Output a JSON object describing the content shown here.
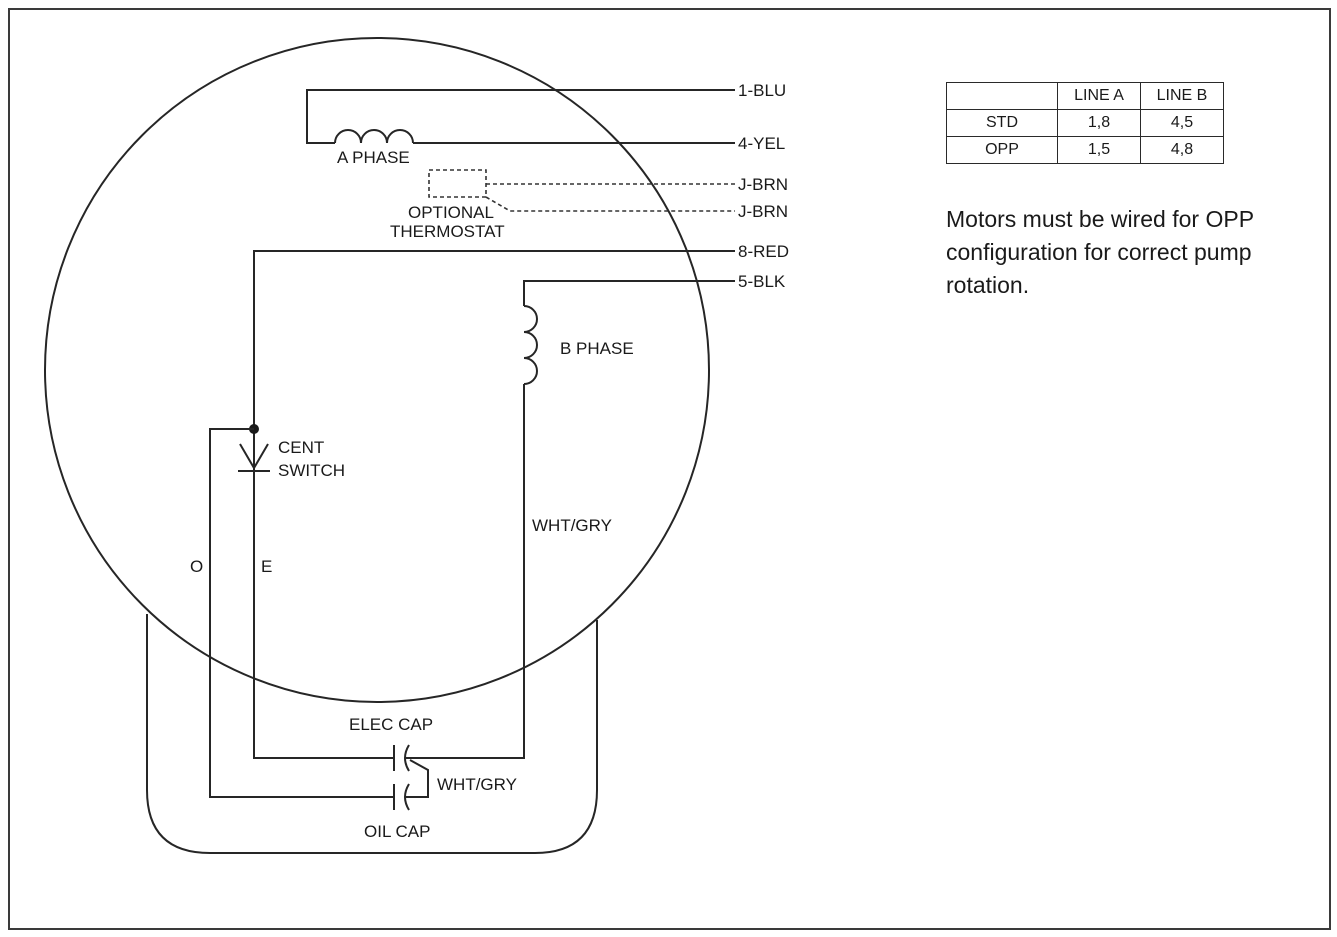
{
  "labels": {
    "l1": "1-BLU",
    "l4": "4-YEL",
    "jbrn1": "J-BRN",
    "jbrn2": "J-BRN",
    "l8": "8-RED",
    "l5": "5-BLK",
    "a_phase": "A PHASE",
    "optional": "OPTIONAL",
    "thermostat": "THERMOSTAT",
    "b_phase": "B PHASE",
    "cent": "CENT",
    "switch": "SWITCH",
    "wht_gry_b": "WHT/GRY",
    "o": "O",
    "e": "E",
    "elec_cap": "ELEC CAP",
    "wht_gry_cap": "WHT/GRY",
    "oil_cap": "OIL CAP"
  },
  "table": {
    "headers": [
      "",
      "LINE A",
      "LINE B"
    ],
    "rows": [
      [
        "STD",
        "1,8",
        "4,5"
      ],
      [
        "OPP",
        "1,5",
        "4,8"
      ]
    ]
  },
  "note": "Motors must be wired for OPP configuration for correct pump rotation."
}
